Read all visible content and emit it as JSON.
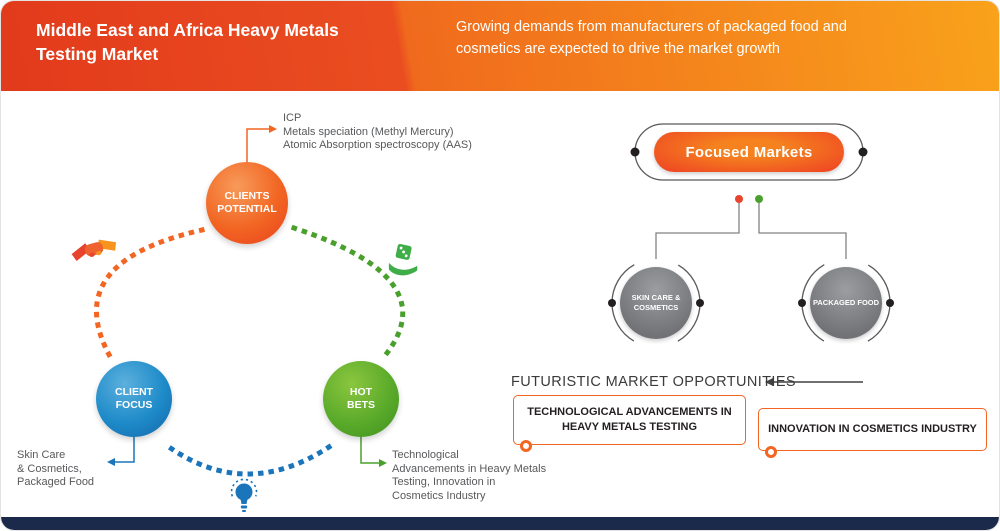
{
  "header": {
    "title": "Middle East and Africa Heavy Metals\nTesting Market",
    "subtitle": "Growing demands from manufacturers of packaged food and\ncosmetics are expected to drive the market growth"
  },
  "cycle": {
    "clients_potential": {
      "label": "CLIENTS\nPOTENTIAL",
      "callout": "ICP\nMetals speciation (Methyl Mercury)\nAtomic Absorption spectroscopy (AAS)"
    },
    "client_focus": {
      "label": "CLIENT\nFOCUS",
      "callout": "Skin Care\n& Cosmetics,\nPackaged Food"
    },
    "hot_bets": {
      "label": "HOT\nBETS",
      "callout": "Technological\nAdvancements in Heavy Metals\nTesting, Innovation in\nCosmetics Industry"
    },
    "icons": {
      "handshake": "handshake-icon",
      "dice_hand": "dice-hand-icon",
      "lightbulb": "lightbulb-icon"
    }
  },
  "focused_markets": {
    "title": "Focused Markets",
    "nodes": [
      {
        "label": "SKIN CARE &\nCOSMETICS"
      },
      {
        "label": "PACKAGED FOOD"
      }
    ]
  },
  "opportunities": {
    "title": "FUTURISTIC MARKET OPPORTUNITIES",
    "items": [
      {
        "label": "TECHNOLOGICAL ADVANCEMENTS IN\nHEAVY METALS TESTING"
      },
      {
        "label": "INNOVATION IN COSMETICS INDUSTRY"
      }
    ]
  },
  "colors": {
    "orange": "#f26522",
    "red_orange": "#e8432c",
    "blue": "#1b75bb",
    "green": "#4aa02c",
    "navy": "#1b2a4a",
    "gray_node": "#808285"
  }
}
